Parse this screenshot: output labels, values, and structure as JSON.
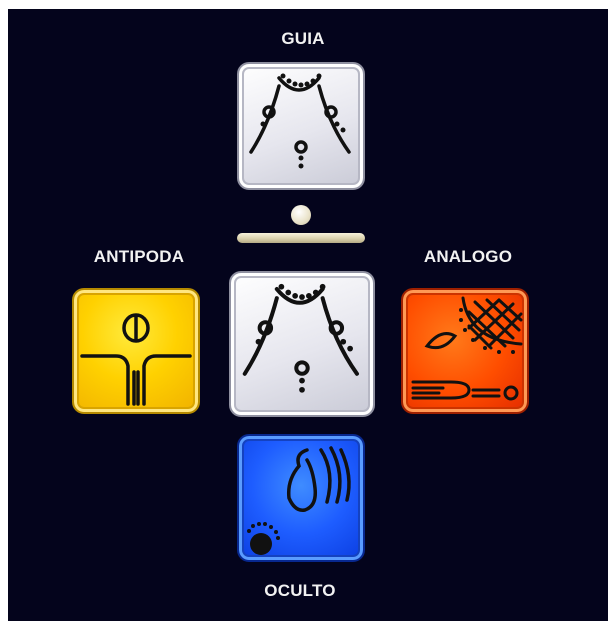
{
  "labels": {
    "guia": "GUIA",
    "antipoda": "ANTIPODA",
    "analogo": "ANALOGO",
    "oculto": "OCULTO"
  },
  "glyphs": {
    "guia": "white-seal-glyph",
    "center": "white-seal-glyph",
    "antipoda": "yellow-glyph",
    "analogo": "red-glyph",
    "oculto": "blue-glyph"
  },
  "colors": {
    "background": "#04041c",
    "white": "#ecedf3",
    "yellow": "#ffd100",
    "red": "#ff4e00",
    "blue": "#1e5dff",
    "ink": "#111111"
  }
}
